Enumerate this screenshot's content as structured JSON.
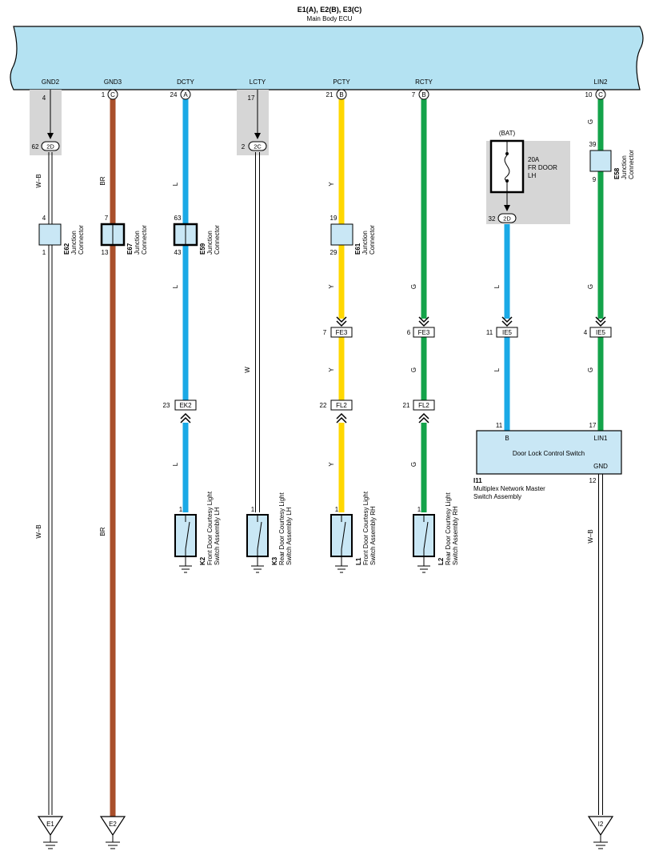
{
  "ecu": {
    "header_line1": "E1(A), E2(B), E3(C)",
    "header_line2": "Main Body ECU",
    "color": "#b4e2f2"
  },
  "colors": {
    "wire_L": "#1aa9e6",
    "wire_BR": "#a94f2b",
    "wire_Y": "#ffd700",
    "wire_G": "#14a34a",
    "wire_W": "#ffffff",
    "shade": "#d6d6d6",
    "component": "#c9e7f5"
  },
  "pins": [
    {
      "name": "GND2",
      "num": "4",
      "conn": ""
    },
    {
      "name": "GND3",
      "num": "1",
      "conn": "C"
    },
    {
      "name": "DCTY",
      "num": "24",
      "conn": "A"
    },
    {
      "name": "LCTY",
      "num": "17",
      "conn": ""
    },
    {
      "name": "PCTY",
      "num": "21",
      "conn": "B"
    },
    {
      "name": "RCTY",
      "num": "7",
      "conn": "B"
    },
    {
      "name": "LIN2",
      "num": "10",
      "conn": "C"
    }
  ],
  "j2d_gnd": {
    "pin": "62",
    "label": "2D"
  },
  "j2c_lcty": {
    "pin": "2",
    "label": "2C"
  },
  "j2d_bat": {
    "pin": "32",
    "label": "2D"
  },
  "fuse": {
    "source": "(BAT)",
    "line1": "20A",
    "line2": "FR DOOR",
    "line3": "LH"
  },
  "wire_labels": {
    "gnd2_a": "W–B",
    "gnd3_a": "BR",
    "dcty_a": "L",
    "dcty_b": "L",
    "dcty_c": "L",
    "lcty_a": "W",
    "pcty_a": "Y",
    "pcty_b": "Y",
    "pcty_c": "Y",
    "pcty_d": "Y",
    "rcty_a": "G",
    "rcty_b": "G",
    "rcty_c": "G",
    "bat_a": "L",
    "bat_b": "L",
    "lin2_a": "G",
    "lin2_b": "G",
    "lin2_c": "G",
    "gnd2_b": "W–B",
    "gnd3_b": "BR",
    "i11_gnd": "W–B"
  },
  "junctions": [
    {
      "id": "E62",
      "line1": "Junction",
      "line2": "Connector",
      "top": "4",
      "bottom": "1"
    },
    {
      "id": "E67",
      "line1": "Junction",
      "line2": "Connector",
      "top": "7",
      "bottom": "13"
    },
    {
      "id": "E59",
      "line1": "Junction",
      "line2": "Connector",
      "top": "63",
      "bottom": "43"
    },
    {
      "id": "E61",
      "line1": "Junction",
      "line2": "Connector",
      "top": "19",
      "bottom": "29"
    },
    {
      "id": "E58",
      "line1": "Junction",
      "line2": "Connector",
      "top": "39",
      "bottom": "9"
    }
  ],
  "inline_connectors": [
    {
      "label": "FE3",
      "pin": "7"
    },
    {
      "label": "FE3",
      "pin": "6"
    },
    {
      "label": "IE5",
      "pin": "11"
    },
    {
      "label": "IE5",
      "pin": "4"
    },
    {
      "label": "EK2",
      "pin": "23"
    },
    {
      "label": "FL2",
      "pin": "22"
    },
    {
      "label": "FL2",
      "pin": "21"
    }
  ],
  "switches": [
    {
      "id": "K2",
      "line1": "Front Door Courtesy Light",
      "line2": "Switch Assembly LH",
      "pin": "1"
    },
    {
      "id": "K3",
      "line1": "Rear Door Courtesy Light",
      "line2": "Switch Assembly LH",
      "pin": "1"
    },
    {
      "id": "L1",
      "line1": "Front Door Courtesy Light",
      "line2": "Switch Assembly RH",
      "pin": "1"
    },
    {
      "id": "L2",
      "line1": "Rear Door Courtesy Light",
      "line2": "Switch Assembly RH",
      "pin": "1"
    }
  ],
  "master_switch": {
    "title": "Door Lock Control Switch",
    "pin_b_label": "B",
    "pin_b_num": "11",
    "pin_lin_label": "LIN1",
    "pin_lin_num": "17",
    "pin_gnd_label": "GND",
    "pin_gnd_num": "12",
    "id": "I11",
    "line1": "Multiplex Network Master",
    "line2": "Switch Assembly"
  },
  "grounds": [
    "E1",
    "E2",
    "I2"
  ]
}
